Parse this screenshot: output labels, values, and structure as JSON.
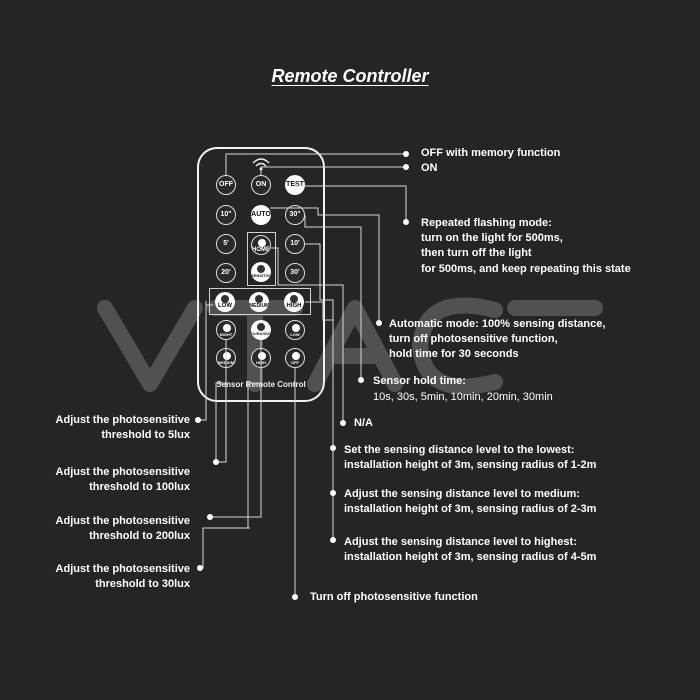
{
  "title": "Remote Controller",
  "watermark": "V-TAC",
  "remote": {
    "label": "Sensor Remote Control",
    "buttons": {
      "off": "OFF",
      "on": "ON",
      "test": "TEST",
      "t10s": "10\"",
      "auto": "AUTO",
      "t30s": "30\"",
      "t5m": "5'",
      "home": "HOME",
      "t10m": "10'",
      "t20m": "20'",
      "pir": "SENSITIVITY",
      "t30m": "30'",
      "low": "LOW",
      "medium": "MEDIUM",
      "high": "HIGH",
      "night": "NIGHT",
      "dusk": "DUSK/DUST",
      "lum_low": "LOW",
      "medium2": "MEDIUM",
      "high2": "HIGH",
      "off2": "OFF"
    }
  },
  "callouts": {
    "off_memory": "OFF with memory function",
    "on": "ON",
    "flash_1": "Repeated flashing mode:",
    "flash_2": "turn on the light for 500ms,",
    "flash_3": "then turn off the light",
    "flash_4": "for 500ms, and keep repeating this state",
    "auto_1": "Automatic mode: 100% sensing distance,",
    "auto_2": "turn off photosensitive function,",
    "auto_3": "hold time for 30 seconds",
    "hold_title": "Sensor hold time:",
    "hold_values": "10s, 30s, 5min, 10min, 20min, 30min",
    "na": "N/A",
    "low_1": "Set the sensing distance level to the lowest:",
    "low_2": "installation height of 3m, sensing radius of 1-2m",
    "med_1": "Adjust the sensing distance level to medium:",
    "med_2": "installation height of 3m, sensing radius of 2-3m",
    "high_1": "Adjust the sensing distance level to highest:",
    "high_2": "installation height of 3m, sensing radius of 4-5m",
    "lux5_1": "Adjust the photosensitive",
    "lux5_2": "threshold to 5lux",
    "lux100_1": "Adjust the photosensitive",
    "lux100_2": "threshold to 100lux",
    "lux200_1": "Adjust the photosensitive",
    "lux200_2": "threshold to 200lux",
    "lux30_1": "Adjust the photosensitive",
    "lux30_2": "threshold to 30lux",
    "photo_off": "Turn off photosensitive function"
  }
}
